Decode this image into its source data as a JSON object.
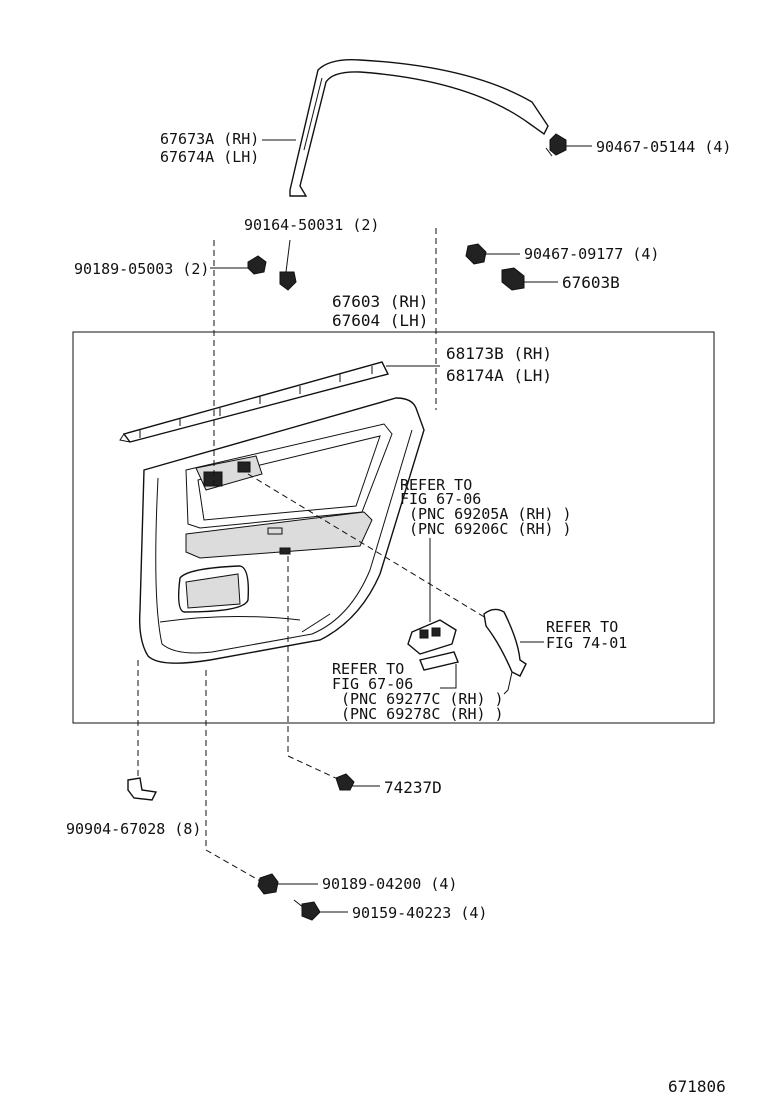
{
  "labels": {
    "p67673a": "67673A (RH)",
    "p67674a": "67674A (LH)",
    "p90467_05144": "90467-05144 (4)",
    "p90164": "90164-50031 (2)",
    "p90189_05003": "90189-05003 (2)",
    "p90467_09177": "90467-09177 (4)",
    "p67603b": "67603B",
    "p67603": "67603 (RH)",
    "p67604": "67604 (LH)",
    "p68173b": "68173B (RH)",
    "p68174a": "68174A (LH)",
    "refer1": [
      "REFER TO",
      "FIG 67-06",
      " (PNC 69205A (RH) )",
      " (PNC 69206C (RH) )"
    ],
    "refer2": [
      "REFER TO",
      "FIG 74-01"
    ],
    "refer3": [
      "REFER TO",
      "FIG 67-06",
      " (PNC 69277C (RH) )",
      " (PNC 69278C (RH) )"
    ],
    "p74237d": "74237D",
    "p90904": "90904-67028 (8)",
    "p90189_04200": "90189-04200 (4)",
    "p90159": "90159-40223 (4)",
    "figure_no": "671806"
  }
}
